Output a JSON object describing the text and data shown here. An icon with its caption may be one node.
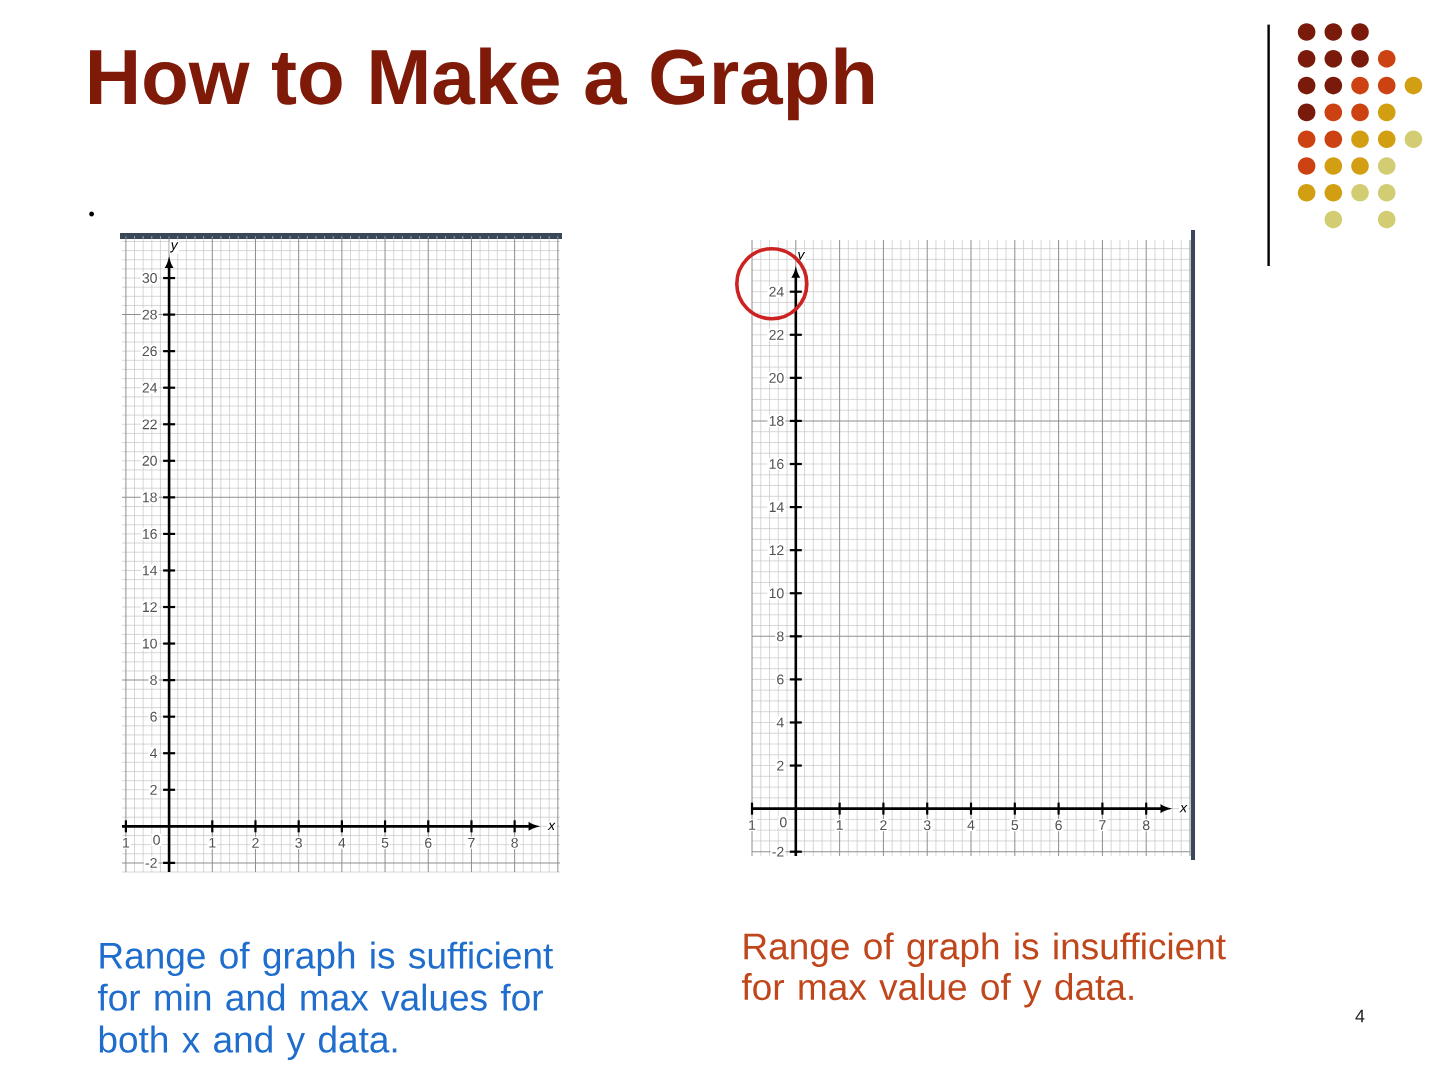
{
  "diagram": {
    "title": "How to Make a Graph",
    "labels": [
      "0",
      "0",
      "Range of graph is sufficient for min and max values for both x and y data.",
      "Range of graph is insufficient for max value of y data.",
      "4"
    ],
    "chart_data": [
      {
        "type": "line",
        "xlabel": "x",
        "ylabel": "y",
        "grid": true,
        "xlim": [
          -1.09,
          9.05
        ],
        "ylim": [
          -2.5,
          32.3
        ],
        "xticks": [
          {
            "value": -1,
            "label": "1"
          },
          1,
          2,
          3,
          4,
          5,
          6,
          7,
          8
        ],
        "yticks": [
          -2,
          2,
          4,
          6,
          8,
          10,
          12,
          14,
          16,
          18,
          20,
          22,
          24,
          26,
          28,
          30
        ]
      },
      {
        "type": "line",
        "xlabel": "x",
        "ylabel": "y",
        "grid": true,
        "xlim": [
          -1.0,
          9.0
        ],
        "ylim": [
          -2.2,
          26.4
        ],
        "xticks": [
          {
            "value": -1,
            "label": "1"
          },
          1,
          2,
          3,
          4,
          5,
          6,
          7,
          8
        ],
        "yticks": [
          -2,
          2,
          4,
          6,
          8,
          10,
          12,
          14,
          16,
          18,
          20,
          22,
          24
        ]
      }
    ]
  }
}
